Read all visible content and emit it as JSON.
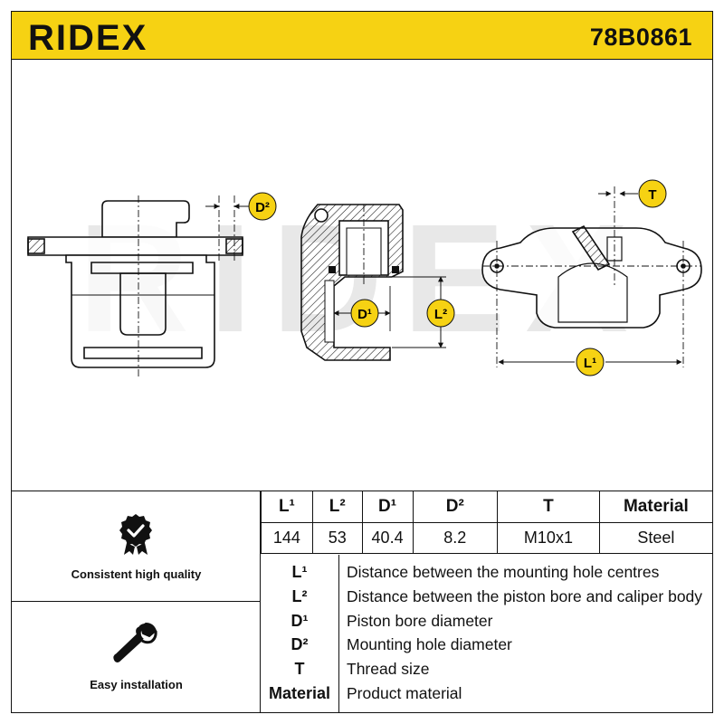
{
  "header": {
    "brand": "RIDEX",
    "part_number": "78B0861"
  },
  "drawing": {
    "watermark": "RIDEX",
    "labels": {
      "d2": "D²",
      "d1": "D¹",
      "l2": "L²",
      "l1": "L¹",
      "t": "T"
    }
  },
  "features": [
    {
      "label": "Consistent high quality",
      "icon": "quality-badge-icon"
    },
    {
      "label": "Easy installation",
      "icon": "wrench-icon"
    }
  ],
  "spec_table": {
    "headers": [
      "L¹",
      "L²",
      "D¹",
      "D²",
      "T",
      "Material"
    ],
    "values": [
      "144",
      "53",
      "40.4",
      "8.2",
      "M10x1",
      "Steel"
    ]
  },
  "legend": [
    {
      "symbol": "L¹",
      "description": "Distance between the mounting hole centres"
    },
    {
      "symbol": "L²",
      "description": "Distance between the piston bore and caliper body"
    },
    {
      "symbol": "D¹",
      "description": "Piston bore diameter"
    },
    {
      "symbol": "D²",
      "description": "Mounting hole diameter"
    },
    {
      "symbol": "T",
      "description": "Thread size"
    },
    {
      "symbol": "Material",
      "description": "Product material"
    }
  ],
  "colors": {
    "brand_yellow": "#f6d213",
    "line": "#111111",
    "watermark": "#e6e6e6"
  }
}
